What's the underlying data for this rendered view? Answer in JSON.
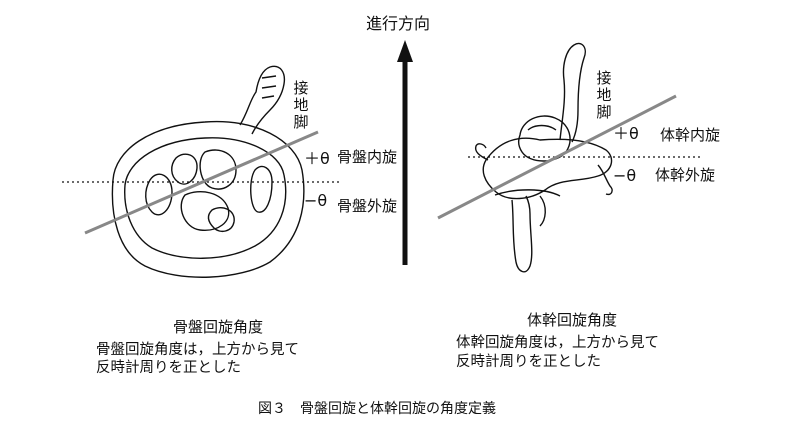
{
  "direction_label": "進行方向",
  "pelvis": {
    "contact_leg": [
      "接",
      "地",
      "脚"
    ],
    "plus_theta": "＋θ",
    "minus_theta": "−θ",
    "internal_rotation": "骨盤内旋",
    "external_rotation": "骨盤外旋",
    "caption_title": "骨盤回旋角度",
    "caption_line1": "骨盤回旋角度は，上方から見て",
    "caption_line2": "反時計周りを正とした"
  },
  "trunk": {
    "contact_leg": [
      "接",
      "地",
      "脚"
    ],
    "plus_theta": "＋θ",
    "minus_theta": "−θ",
    "internal_rotation": "体幹内旋",
    "external_rotation": "体幹外旋",
    "caption_title": "体幹回旋角度",
    "caption_line1": "体幹回旋角度は，上方から見て",
    "caption_line2": "反時計周りを正とした"
  },
  "figure_caption": "図３　骨盤回旋と体幹回旋の角度定義",
  "colors": {
    "line": "#111111",
    "axis": "#888888"
  }
}
